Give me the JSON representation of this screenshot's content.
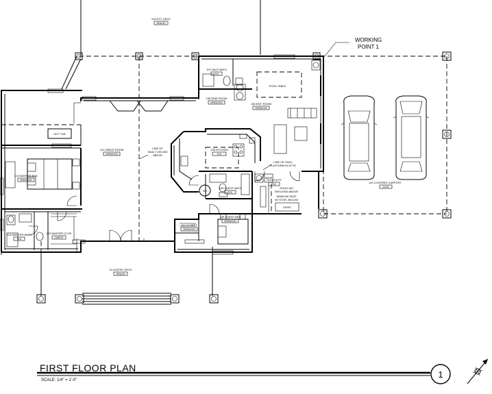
{
  "rooms": {
    "ext_deck_113": {
      "name": "113 EXT. DECK",
      "finish": "SEALED"
    },
    "half_bath_107": {
      "name": "107 HALF BATH",
      "finish": "TILE"
    },
    "pool_table": {
      "name": "POOL TABLE"
    },
    "dine_room_106": {
      "name": "106 DINE ROOM",
      "finish": "HRDWOOD"
    },
    "ent_room_108": {
      "name": "108 ENT. ROOM",
      "finish": "HRDWOOD"
    },
    "hot_tub": {
      "name": "HOT TUB"
    },
    "great_room_101": {
      "name": "101 GREAT ROOM",
      "finish": "HRDWOOD"
    },
    "kitchen_105": {
      "name": "105 KITCHEN",
      "finish": "TILE"
    },
    "master_bed_102": {
      "name": "102 MASTER BED",
      "finish": "HRDWOOD"
    },
    "utility_110": {
      "name": "110 UTILITY",
      "finish": "TILE"
    },
    "guest_bath_109": {
      "name": "109 GUEST BATH",
      "finish": "TILE"
    },
    "covered_carport_112": {
      "name": "112 COVERED CARPORT",
      "finish": "CONC"
    },
    "guest_bed_109": {
      "name": "109 GUEST BED",
      "finish": "HRDWOOD"
    },
    "closet_111": {
      "name": "111 CLOSET",
      "finish": "HRDWOOD"
    },
    "master_bath_104": {
      "name": "104 MASTER BATH",
      "finish": "TILE"
    },
    "master_clos_103": {
      "name": "103 MASTER CLOS",
      "finish": "CARPET"
    },
    "entry_deck_114": {
      "name": "114 ENTRY DECK",
      "finish": "SEALED"
    }
  },
  "notes": {
    "vault_line_1": "LINE OF",
    "vault_line_2": "VAULT CEILING",
    "vault_line_3": "ABOVE",
    "hvac_line_1": "LINE OF HVAC",
    "hvac_line_2": "PLATFORM IN ATTIC",
    "shelving_line_1": "SOLID WD",
    "shelving_line_2": "SHELVING ABOVE",
    "window_seat_1": "WINDOW SEAT",
    "window_seat_2": "W/ STOR. BELOW",
    "dryer": "DRYER",
    "washer": "WSHR",
    "water_heater": "WH"
  },
  "working_point": {
    "line1": "WORKING",
    "line2": "POINT 1"
  },
  "title_block": {
    "title": "FIRST FLOOR PLAN",
    "scale": "SCALE:  1/4\" = 1'-0\"",
    "sheet_number": "1"
  }
}
